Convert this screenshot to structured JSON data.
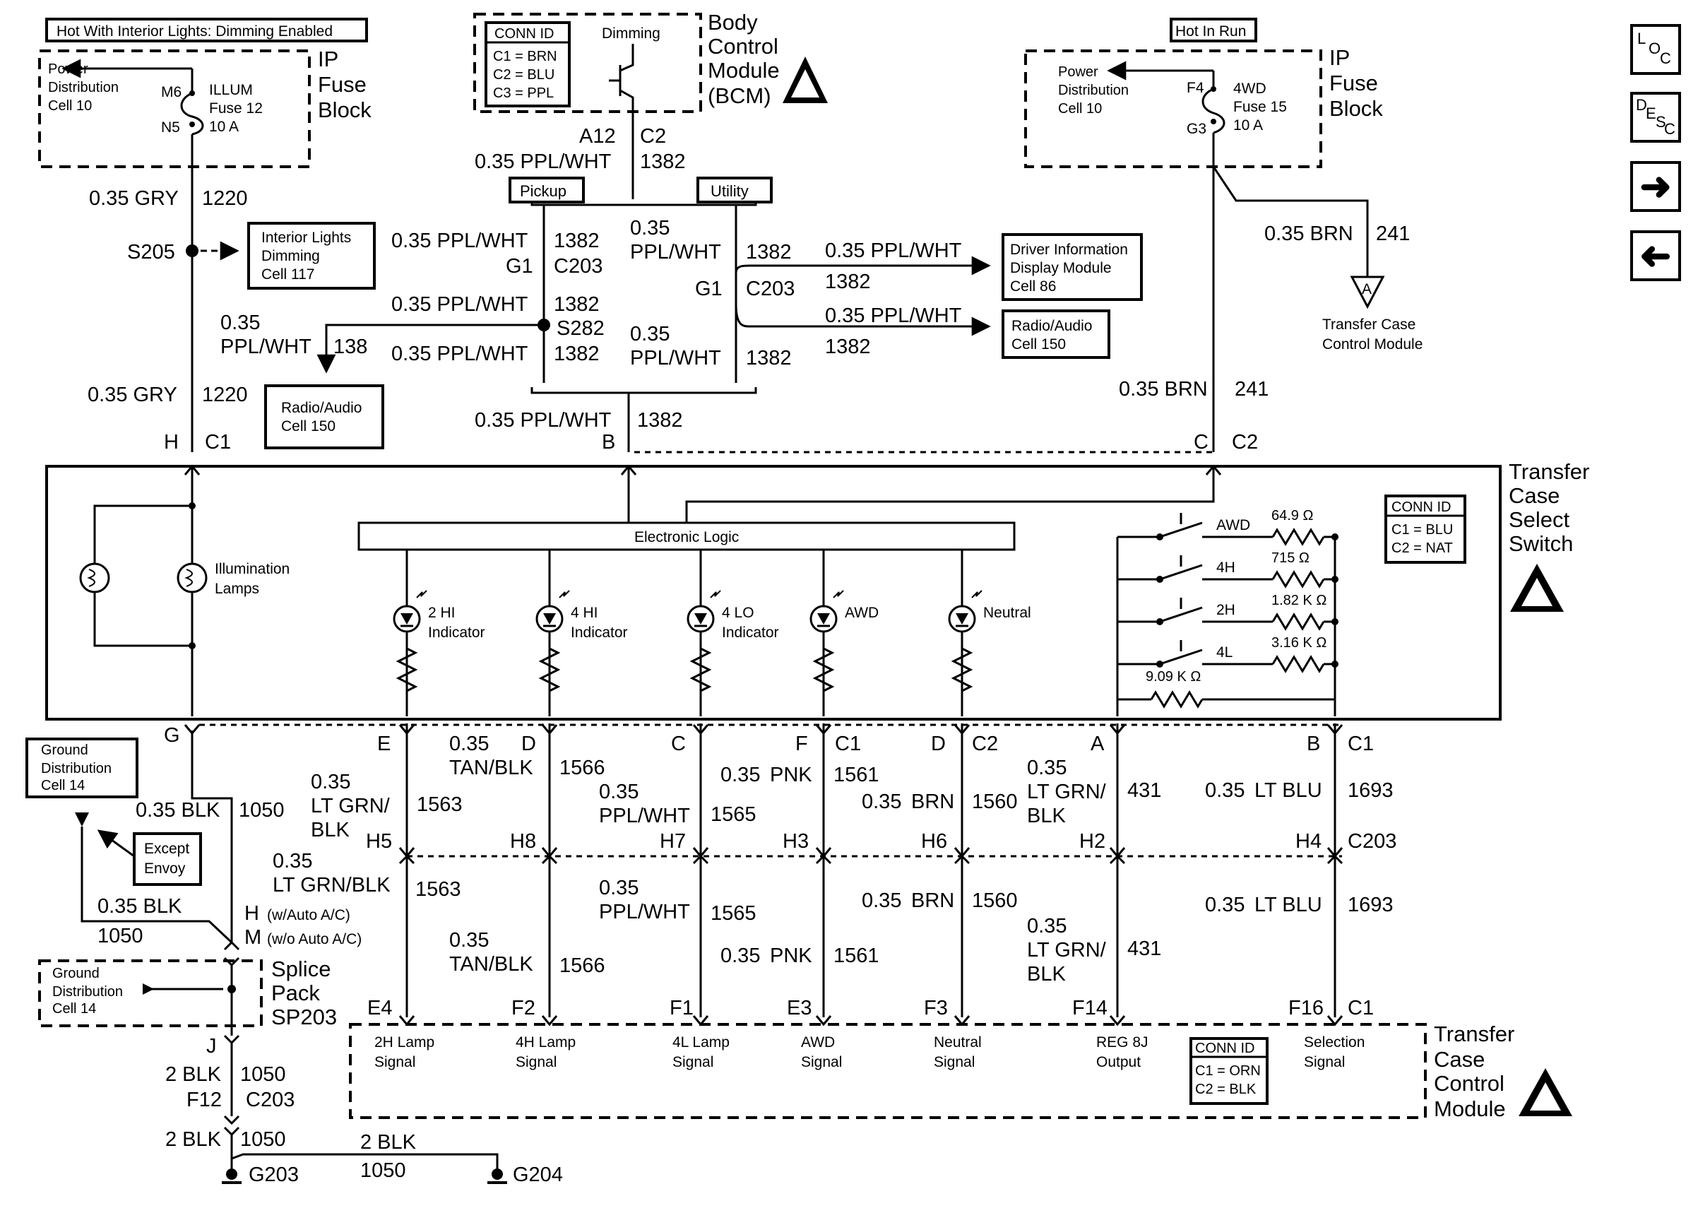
{
  "nav": {
    "loc": {
      "l1": "L",
      "l2": "O",
      "l3": "C"
    },
    "desc": {
      "l1": "D",
      "l2": "E",
      "l3": "S",
      "l4": "C"
    },
    "next_icon": "right-arrow-icon",
    "prev_icon": "left-arrow-icon"
  },
  "ip_fuse_left": {
    "hot_label": "Hot With Interior Lights: Dimming Enabled",
    "power_dist": [
      "Power",
      "Distribution",
      "Cell 10"
    ],
    "pin_top": "M6",
    "pin_bottom": "N5",
    "fuse": [
      "ILLUM",
      "Fuse 12",
      "10 A"
    ],
    "block": [
      "IP",
      "Fuse",
      "Block"
    ]
  },
  "ip_fuse_right": {
    "hot_label": "Hot In Run",
    "power_dist": [
      "Power",
      "Distribution",
      "Cell 10"
    ],
    "pin_top": "F4",
    "pin_bottom": "G3",
    "fuse": [
      "4WD",
      "Fuse 15",
      "10 A"
    ],
    "block": [
      "IP",
      "Fuse",
      "Block"
    ]
  },
  "bcm": {
    "conn_id": [
      "CONN ID",
      "C1 = BRN",
      "C2 = BLU",
      "C3 = PPL"
    ],
    "dimming": "Dimming",
    "name": [
      "Body",
      "Control",
      "Module",
      "(BCM)"
    ],
    "pin": "A12",
    "conn": "C2"
  },
  "wires": {
    "w1220a": {
      "color": "0.35 GRY",
      "circuit": "1220"
    },
    "w1220b": {
      "color": "0.35 GRY",
      "circuit": "1220"
    },
    "s205": "S205",
    "interior_lights": [
      "Interior Lights",
      "Dimming",
      "Cell 117"
    ],
    "bcm_out": {
      "color": "0.35 PPL/WHT",
      "circuit": "1382"
    },
    "pickup": "Pickup",
    "utility": "Utility",
    "pk_top": {
      "color": "0.35 PPL/WHT",
      "circuit": "1382"
    },
    "pk_g1": "G1",
    "pk_c203": "C203",
    "pk_mid": {
      "color": "0.35 PPL/WHT",
      "circuit": "1382"
    },
    "s282": "S282",
    "w138": {
      "size": "0.35",
      "color": "PPL/WHT",
      "circuit": "138"
    },
    "pk_bot": {
      "color": "0.35 PPL/WHT",
      "circuit": "1382"
    },
    "radio_left": [
      "Radio/Audio",
      "Cell 150"
    ],
    "ut_top": {
      "size": "0.35",
      "color": "PPL/WHT",
      "circuit": "1382"
    },
    "ut_g1": "G1",
    "ut_c203": "C203",
    "ut_bot": {
      "size": "0.35",
      "color": "PPL/WHT",
      "circuit": "1382"
    },
    "dim_wire": {
      "color": "0.35 PPL/WHT",
      "circuit": "1382"
    },
    "dim": [
      "Driver Information",
      "Display Module",
      "Cell 86"
    ],
    "radio_wire": {
      "color": "0.35 PPL/WHT",
      "circuit": "1382"
    },
    "radio_right": [
      "Radio/Audio",
      "Cell 150"
    ],
    "merge": {
      "color": "0.35 PPL/WHT",
      "circuit": "1382"
    },
    "brn_top": {
      "color": "0.35 BRN",
      "circuit": "241"
    },
    "offpage": "A",
    "tccm_ref": [
      "Transfer Case",
      "Control Module"
    ],
    "brn_bot": {
      "color": "0.35 BRN",
      "circuit": "241"
    }
  },
  "switch": {
    "top_pins": {
      "h": "H",
      "c1": "C1",
      "b": "B",
      "c": "C",
      "c2": "C2"
    },
    "name": [
      "Transfer",
      "Case",
      "Select",
      "Switch"
    ],
    "conn_id": [
      "CONN ID",
      "C1 = BLU",
      "C2 = NAT"
    ],
    "logic": "Electronic Logic",
    "illum": [
      "Illumination",
      "Lamps"
    ],
    "indicators": [
      {
        "label": [
          "2 HI",
          "Indicator"
        ]
      },
      {
        "label": [
          "4 HI",
          "Indicator"
        ]
      },
      {
        "label": [
          "4 LO",
          "Indicator"
        ]
      },
      {
        "label": [
          "AWD",
          ""
        ]
      },
      {
        "label": [
          "Neutral",
          ""
        ]
      }
    ],
    "modes": [
      {
        "name": "AWD",
        "ohms": "64.9 Ω"
      },
      {
        "name": "4H",
        "ohms": "715 Ω"
      },
      {
        "name": "2H",
        "ohms": "1.82 K Ω"
      },
      {
        "name": "4L",
        "ohms": "3.16 K Ω"
      }
    ],
    "base_ohms": "9.09 K Ω"
  },
  "bottom_pins": {
    "g": "G",
    "e": "E",
    "d1": "D",
    "c": "C",
    "f": "F",
    "c1a": "C1",
    "d2": "D",
    "c2": "C2",
    "a": "A",
    "b": "B",
    "c1b": "C1"
  },
  "c203_upper": [
    {
      "size": "0.35",
      "color": [
        "LT GRN/",
        "BLK"
      ],
      "circuit": "1563",
      "pin": "H5"
    },
    {
      "size": "0.35",
      "color": [
        "TAN/BLK"
      ],
      "circuit": "1566",
      "pin": "H8"
    },
    {
      "size": "0.35",
      "color": [
        "PPL/WHT"
      ],
      "circuit": "1565",
      "pin": "H7"
    },
    {
      "size": "0.35",
      "color": [
        "PNK"
      ],
      "circuit": "1561",
      "pin": "H3"
    },
    {
      "size": "0.35",
      "color": [
        "BRN"
      ],
      "circuit": "1560",
      "pin": "H6"
    },
    {
      "size": "0.35",
      "color": [
        "LT GRN/",
        "BLK"
      ],
      "circuit": "431",
      "pin": "H2"
    },
    {
      "size": "0.35",
      "color": [
        "LT BLU"
      ],
      "circuit": "1693",
      "pin": "H4"
    }
  ],
  "c203_label": "C203",
  "c203_lower": [
    {
      "size": "0.35",
      "color": [
        "LT GRN/BLK"
      ],
      "circuit": "1563"
    },
    {
      "size": "0.35",
      "color": [
        "TAN/BLK"
      ],
      "circuit": "1566"
    },
    {
      "size": "0.35",
      "color": [
        "PPL/WHT"
      ],
      "circuit": "1565"
    },
    {
      "size": "0.35",
      "color": [
        "PNK"
      ],
      "circuit": "1561"
    },
    {
      "size": "0.35",
      "color": [
        "BRN"
      ],
      "circuit": "1560"
    },
    {
      "size": "0.35",
      "color": [
        "LT GRN/",
        "BLK"
      ],
      "circuit": "431"
    },
    {
      "size": "0.35",
      "color": [
        "LT BLU"
      ],
      "circuit": "1693"
    }
  ],
  "tccm": {
    "pins": [
      "E4",
      "F2",
      "F1",
      "E3",
      "F3",
      "F14",
      "F16",
      "C1"
    ],
    "signals": [
      [
        "2H Lamp",
        "Signal"
      ],
      [
        "4H Lamp",
        "Signal"
      ],
      [
        "4L Lamp",
        "Signal"
      ],
      [
        "AWD",
        "Signal"
      ],
      [
        "Neutral",
        "Signal"
      ],
      [
        "REG 8J",
        "Output"
      ],
      [
        "Selection",
        "Signal"
      ]
    ],
    "conn_id": [
      "CONN ID",
      "C1 = ORN",
      "C2 = BLK"
    ],
    "name": [
      "Transfer",
      "Case",
      "Control",
      "Module"
    ]
  },
  "ground": {
    "gd_top": [
      "Ground",
      "Distribution",
      "Cell 14"
    ],
    "except": [
      "Except",
      "Envoy"
    ],
    "blk1050a": {
      "color": "0.35 BLK",
      "circuit": "1050"
    },
    "blk1050b": {
      "color": "0.35 BLK",
      "circuit": "1050"
    },
    "h_pin": "H",
    "h_note": "(w/Auto A/C)",
    "m_pin": "M",
    "m_note": "(w/o Auto A/C)",
    "gd_splice": [
      "Ground",
      "Distribution",
      "Cell 14"
    ],
    "splice": [
      "Splice",
      "Pack",
      "SP203"
    ],
    "j_pin": "J",
    "blk2a": {
      "color": "2 BLK",
      "circuit": "1050"
    },
    "f12": "F12",
    "c203": "C203",
    "blk2b": {
      "color": "2 BLK",
      "circuit": "1050"
    },
    "blk2c": {
      "color": "2 BLK",
      "circuit": "1050"
    },
    "g203": "G203",
    "g204": "G204"
  }
}
